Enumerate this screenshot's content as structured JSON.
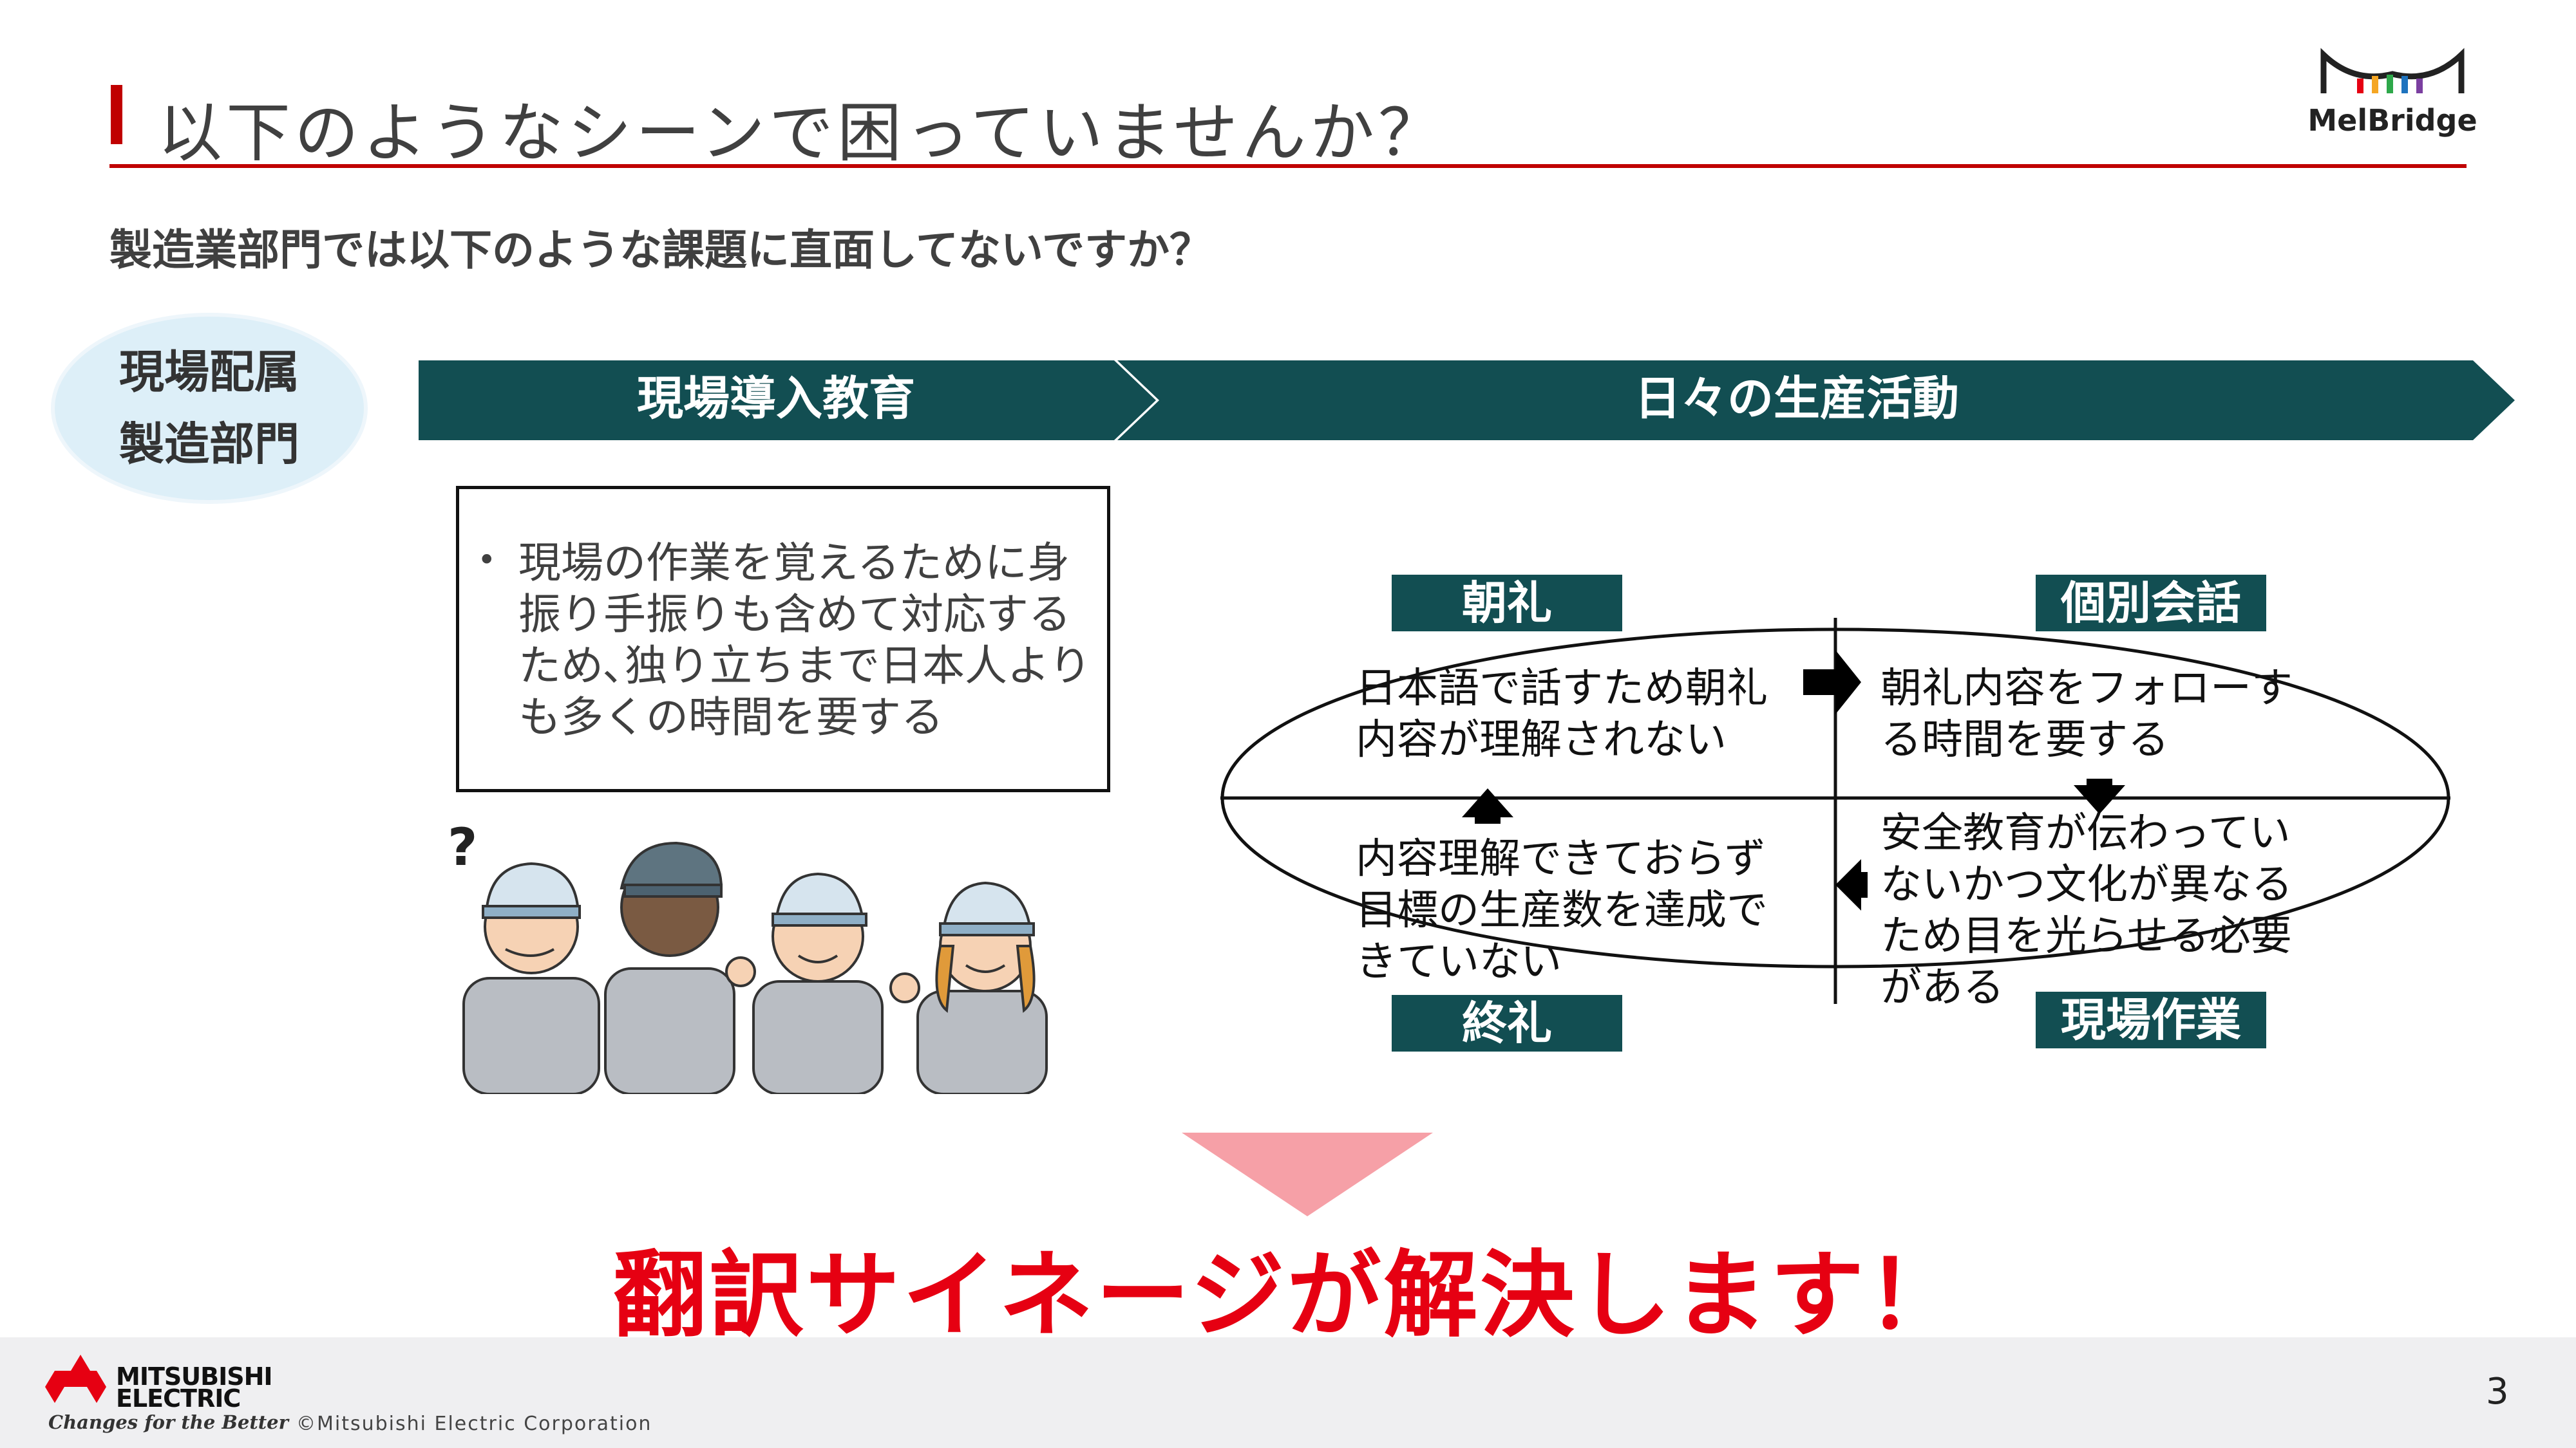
{
  "header": {
    "title": "以下のようなシーンで困っていませんか？",
    "brand": "MelBridge",
    "accent_color": "#C00000"
  },
  "subtitle": "製造業部門では以下のような課題に直面してないですか？",
  "department_badge": [
    "現場配属",
    "製造部門"
  ],
  "phases": {
    "first": "現場導入教育",
    "second": "日々の生産活動",
    "color": "#124E52"
  },
  "problem_box": {
    "bullet": "•",
    "lines": [
      "現場の作業を覚えるために身",
      "振り手振りも含めて対応する",
      "ため､独り立ちまで日本人より",
      "も多くの時間を要する"
    ]
  },
  "illustration": {
    "question_mark": "?",
    "description_icon": "confused-workers-illustration"
  },
  "cycle": {
    "tags": {
      "morning": "朝礼",
      "individual": "個別会話",
      "closing": "終礼",
      "field": "現場作業"
    },
    "texts": {
      "top_left": [
        "日本語で話すため朝礼",
        "内容が理解されない"
      ],
      "top_right": [
        "朝礼内容をフォローす",
        "る時間を要する"
      ],
      "bottom_left": [
        "内容理解できておらず",
        "目標の生産数を達成で",
        "きていない"
      ],
      "bottom_right": [
        "安全教育が伝わってい",
        "ないかつ文化が異なる",
        "ため目を光らせる必要",
        "がある"
      ]
    }
  },
  "solution": "翻訳サイネージが解決します！",
  "footer": {
    "company_lines": [
      "MITSUBISHI",
      "ELECTRIC"
    ],
    "tagline": "Changes for the Better",
    "copyright": "©Mitsubishi Electric Corporation",
    "page_number": "3"
  }
}
